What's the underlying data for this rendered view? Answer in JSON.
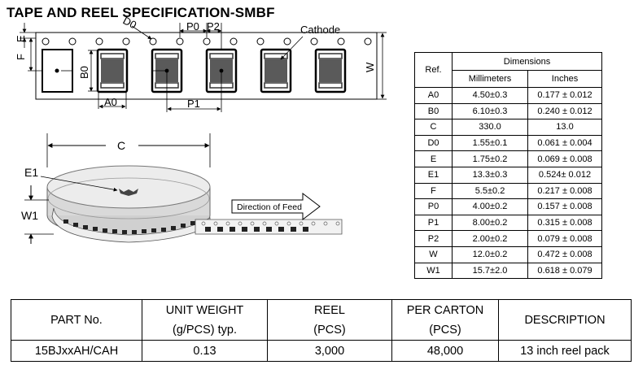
{
  "title": "TAPE AND REEL SPECIFICATION-SMBF",
  "diagram_labels": {
    "D0": "D0",
    "P0": "P0",
    "P2": "P2",
    "cathode": "Cathode",
    "F": "F",
    "E": "E",
    "B0": "B0",
    "W": "W",
    "A0": "A0",
    "P1": "P1",
    "C": "C",
    "E1": "E1",
    "W1": "W1",
    "direction": "Direction of Feed"
  },
  "dimensions_table": {
    "ref_header": "Ref.",
    "dimensions_header": "Dimensions",
    "mm_header": "Millimeters",
    "inch_header": "Inches",
    "rows": [
      {
        "ref": "A0",
        "mm": "4.50±0.3",
        "in": "0.177 ± 0.012"
      },
      {
        "ref": "B0",
        "mm": "6.10±0.3",
        "in": "0.240 ± 0.012"
      },
      {
        "ref": "C",
        "mm": "330.0",
        "in": "13.0"
      },
      {
        "ref": "D0",
        "mm": "1.55±0.1",
        "in": "0.061 ± 0.004"
      },
      {
        "ref": "E",
        "mm": "1.75±0.2",
        "in": "0.069 ± 0.008"
      },
      {
        "ref": "E1",
        "mm": "13.3±0.3",
        "in": "0.524± 0.012"
      },
      {
        "ref": "F",
        "mm": "5.5±0.2",
        "in": "0.217 ± 0.008"
      },
      {
        "ref": "P0",
        "mm": "4.00±0.2",
        "in": "0.157 ± 0.008"
      },
      {
        "ref": "P1",
        "mm": "8.00±0.2",
        "in": "0.315 ± 0.008"
      },
      {
        "ref": "P2",
        "mm": "2.00±0.2",
        "in": "0.079 ± 0.008"
      },
      {
        "ref": "W",
        "mm": "12.0±0.2",
        "in": "0.472 ± 0.008"
      },
      {
        "ref": "W1",
        "mm": "15.7±2.0",
        "in": "0.618 ± 0.079"
      }
    ]
  },
  "part_table": {
    "headers": [
      {
        "line1": "PART No.",
        "line2": ""
      },
      {
        "line1": "UNIT WEIGHT",
        "line2": "(g/PCS) typ."
      },
      {
        "line1": "REEL",
        "line2": "(PCS)"
      },
      {
        "line1": "PER CARTON",
        "line2": "(PCS)"
      },
      {
        "line1": "DESCRIPTION",
        "line2": ""
      }
    ],
    "row": {
      "part": "15BJxxAH/CAH",
      "weight": "0.13",
      "reel": "3,000",
      "carton": "48,000",
      "description": "13 inch reel pack"
    }
  }
}
